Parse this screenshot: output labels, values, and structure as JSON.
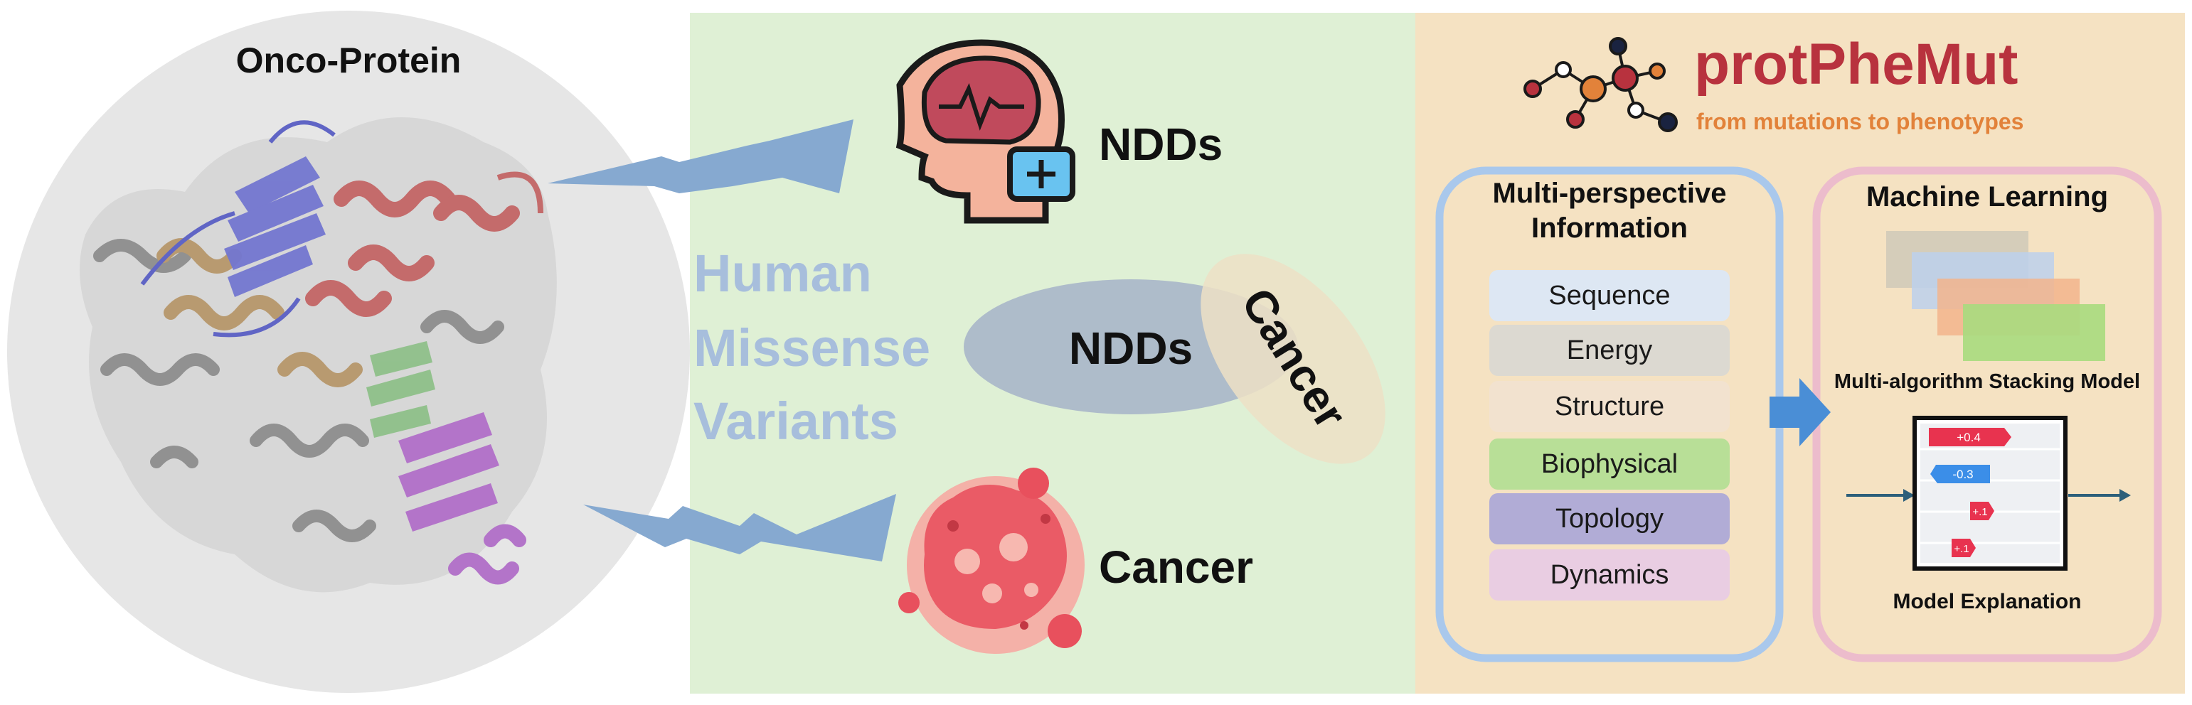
{
  "protein": {
    "title": "Onco-Protein"
  },
  "variants": {
    "line1": "Human",
    "line2": "Missense",
    "line3": "Variants"
  },
  "phenotypes": {
    "ndds_top": "NDDs",
    "ndds_overlap": "NDDs",
    "cancer_overlap": "Cancer",
    "cancer_bottom": "Cancer"
  },
  "brand": {
    "name": "protPheMut",
    "tagline": "from mutations to phenotypes"
  },
  "info": {
    "title_line1": "Multi-perspective",
    "title_line2": "Information",
    "features": [
      {
        "label": "Sequence",
        "color": "#dde7f3"
      },
      {
        "label": "Energy",
        "color": "#dcd9d1"
      },
      {
        "label": "Structure",
        "color": "#f2e2cf"
      },
      {
        "label": "Biophysical",
        "color": "#b8df97"
      },
      {
        "label": "Topology",
        "color": "#b1acd6"
      },
      {
        "label": "Dynamics",
        "color": "#e9cde2"
      }
    ]
  },
  "ml": {
    "title": "Machine Learning",
    "stacking_label": "Multi-algorithm Stacking Model",
    "explanation_label": "Model Explanation",
    "shap_values": [
      "+0.4",
      "-0.3",
      "+.1",
      "+.1"
    ]
  },
  "colors": {
    "green_panel": "#dff0d5",
    "tan_panel": "#f5e2c2",
    "brand_red": "#b8323e",
    "brand_orange": "#e2823a",
    "variants_blue": "#a7bedc",
    "arrow_blue": "#86a9d0",
    "info_border": "#a9c8ec",
    "ml_border": "#ecbccc",
    "shap_pos": "#e8334f",
    "shap_neg": "#3b8ee8"
  }
}
